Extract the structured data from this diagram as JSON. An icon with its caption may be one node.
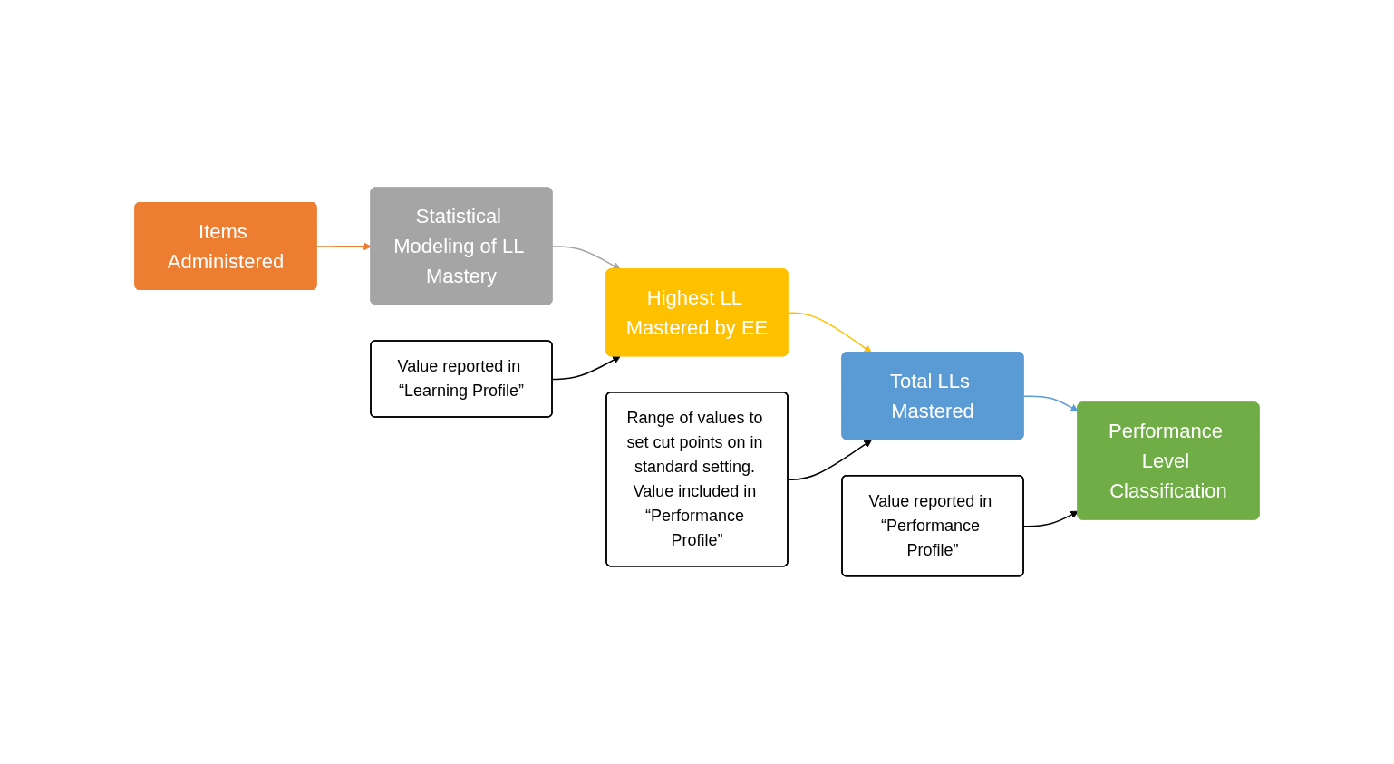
{
  "diagram": {
    "nodes": [
      {
        "text": [
          "Items Administered"
        ]
      },
      {
        "text": [
          "Statistical Modeling of LL Mastery"
        ]
      },
      {
        "text": [
          "Highest LL Mastered by EE"
        ]
      },
      {
        "text": [
          "Total LLs Mastered"
        ]
      },
      {
        "text": [
          "Performance Level Classification"
        ]
      },
      {
        "text": [
          "Value reported in “Learning Profile”"
        ]
      },
      {
        "text": [
          "Range of values to set cut points on in standard setting. Value included in “Performance Profile”"
        ]
      },
      {
        "text": [
          "Value reported in “Performance Profile”"
        ]
      }
    ],
    "edges": [
      {
        "from": 0,
        "to": 1,
        "arrow": "to",
        "color": "#ed7d31"
      },
      {
        "from": 1,
        "to": 2,
        "arrow": "to",
        "color": "#a5a5a5"
      },
      {
        "from": 2,
        "to": 3,
        "arrow": "to",
        "color": "#ffc000"
      },
      {
        "from": 3,
        "to": 4,
        "arrow": "to",
        "color": "#5b9bd5"
      },
      {
        "from": 5,
        "to": 2,
        "arrow": "to"
      },
      {
        "from": 6,
        "to": 3,
        "arrow": "to"
      },
      {
        "from": 7,
        "to": 4,
        "arrow": "to"
      }
    ]
  }
}
